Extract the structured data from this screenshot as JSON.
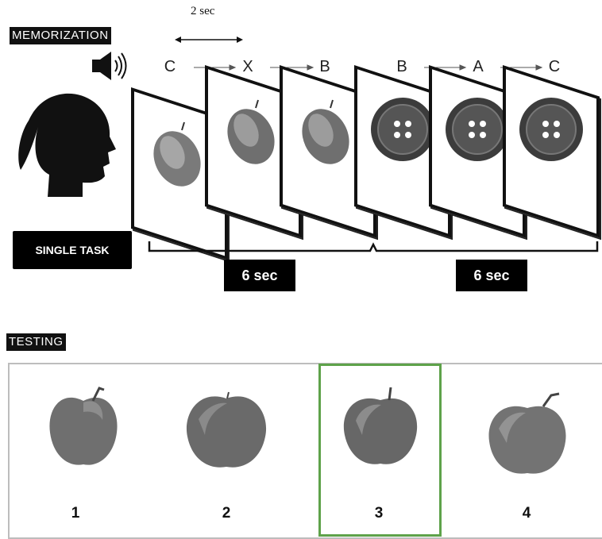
{
  "memorization": {
    "label": "MEMORIZATION",
    "interval_label": "2 sec",
    "letters": [
      "C",
      "X",
      "B",
      "B",
      "A",
      "C"
    ],
    "task_label": "SINGLE TASK",
    "durations": [
      "6 sec",
      "6 sec"
    ],
    "frames": [
      "apple",
      "apple",
      "apple",
      "button",
      "button",
      "button"
    ]
  },
  "testing": {
    "label": "TESTING",
    "options": [
      "1",
      "2",
      "3",
      "4"
    ],
    "selected": "3",
    "highlight_color": "#5ea24a"
  }
}
